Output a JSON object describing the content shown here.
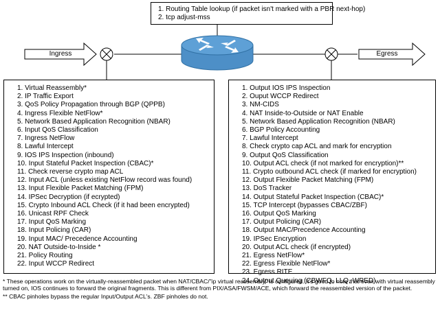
{
  "router_steps": [
    "1. Routing Table lookup (if packet isn't marked with a PBR next-hop)",
    "2. tcp adjust-mss"
  ],
  "ingress_label": "Ingress",
  "egress_label": "Egress",
  "ingress_features": [
    "1. Virtual Reassembly*",
    "2. IP Traffic Export",
    "3. QoS Policy Propagation through BGP (QPPB)",
    "4. Ingress Flexible NetFlow*",
    "5. Network Based Application Recognition (NBAR)",
    "6. Input QoS Classification",
    "7. Ingress NetFlow",
    "8. Lawful Intercept",
    "9. IOS IPS Inspection (inbound)",
    "10. Input Stateful Packet Inspection (CBAC)*",
    "11. Check reverse crypto map ACL",
    "12. Input ACL (unless existing NetFlow record was found)",
    "13. Input Flexible Packet Matching (FPM)",
    "14. IPSec Decryption (if ecrypted)",
    "15. Crypto Inbound ACL Check (if it had been encrypted)",
    "16. Unicast RPF Check",
    "17. Input QoS Marking",
    "18. Input Policing (CAR)",
    "19. Input MAC/ Precedence Accounting",
    "20. NAT Outside-to-Inside *",
    "21. Policy Routing",
    "22. Input WCCP Redirect"
  ],
  "egress_features": [
    "1. Output IOS IPS Inspection",
    "2. Ouput WCCP Redirect",
    "3. NM-CIDS",
    "4. NAT Inside-to-Outside or NAT Enable",
    "5. Network Based Application Recognition (NBAR)",
    "6. BGP Policy Accounting",
    "7. Lawful Intercept",
    "8. Check crypto cap ACL and mark for encryption",
    "9. Output QoS Classification",
    "10. Output ACL check (if not marked for encryption)**",
    "11. Crypto outbound ACL check (if marked for encryption)",
    "12. Output Flexible Packet Matching (FPM)",
    "13. DoS Tracker",
    "14. Output Stateful Packet Inspection (CBAC)*",
    "15. TCP Intercept (bypasses CBAC/ZBF)",
    "16. Output QoS Marking",
    "17. Output Policing (CAR)",
    "18. Output MAC/Precedence Accounting",
    "19. IPSec Encryption",
    "20. Output ACL check (if encrypted)",
    "21. Egress NetFlow*",
    "22. Egress Flexible NetFlow*",
    "23. Egress RITE",
    "24. Output Queuing (CBWFQ, LLQ, WRED)"
  ],
  "footnotes": [
    "* These operations work on the virtually-reassembled packet when NAT/CBAC/\"ip virtual reassembly\" is configured. It's good to note that even with virtual reassembly turned on, IOS continues to forward the original fragments. This is different from PIX/ASA/FWSM/ACE, which forward the reassembled version of the packet.",
    "** CBAC pinholes bypass the regular Input/Output  ACL's. ZBF pinholes do not."
  ],
  "colors": {
    "router_body": "#4d8fc7",
    "router_top": "#5ea0d6",
    "router_outline": "#2f6fa3",
    "router_arrows": "#ffffff"
  },
  "icons": [
    "router-icon",
    "feature-junction-icon"
  ]
}
